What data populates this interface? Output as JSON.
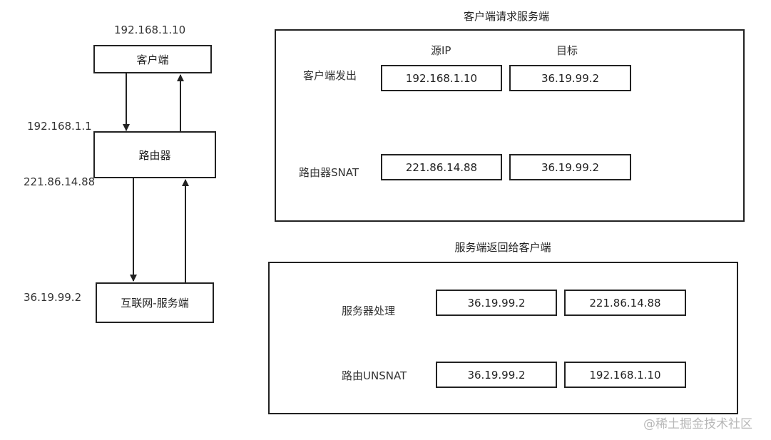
{
  "flow": {
    "client_ip": "192.168.1.10",
    "client_label": "客户端",
    "router_lan_ip": "192.168.1.1",
    "router_label": "路由器",
    "router_wan_ip": "221.86.14.88",
    "server_ip": "36.19.99.2",
    "server_label": "互联网-服务端"
  },
  "request": {
    "title": "客户端请求服务端",
    "col_src": "源IP",
    "col_dst": "目标",
    "rows": [
      {
        "label": "客户端发出",
        "src": "192.168.1.10",
        "dst": "36.19.99.2"
      },
      {
        "label": "路由器SNAT",
        "src": "221.86.14.88",
        "dst": "36.19.99.2"
      }
    ]
  },
  "response": {
    "title": "服务端返回给客户端",
    "rows": [
      {
        "label": "服务器处理",
        "src": "36.19.99.2",
        "dst": "221.86.14.88"
      },
      {
        "label": "路由UNSNAT",
        "src": "36.19.99.2",
        "dst": "192.168.1.10"
      }
    ]
  },
  "watermark": "@稀土掘金技术社区"
}
